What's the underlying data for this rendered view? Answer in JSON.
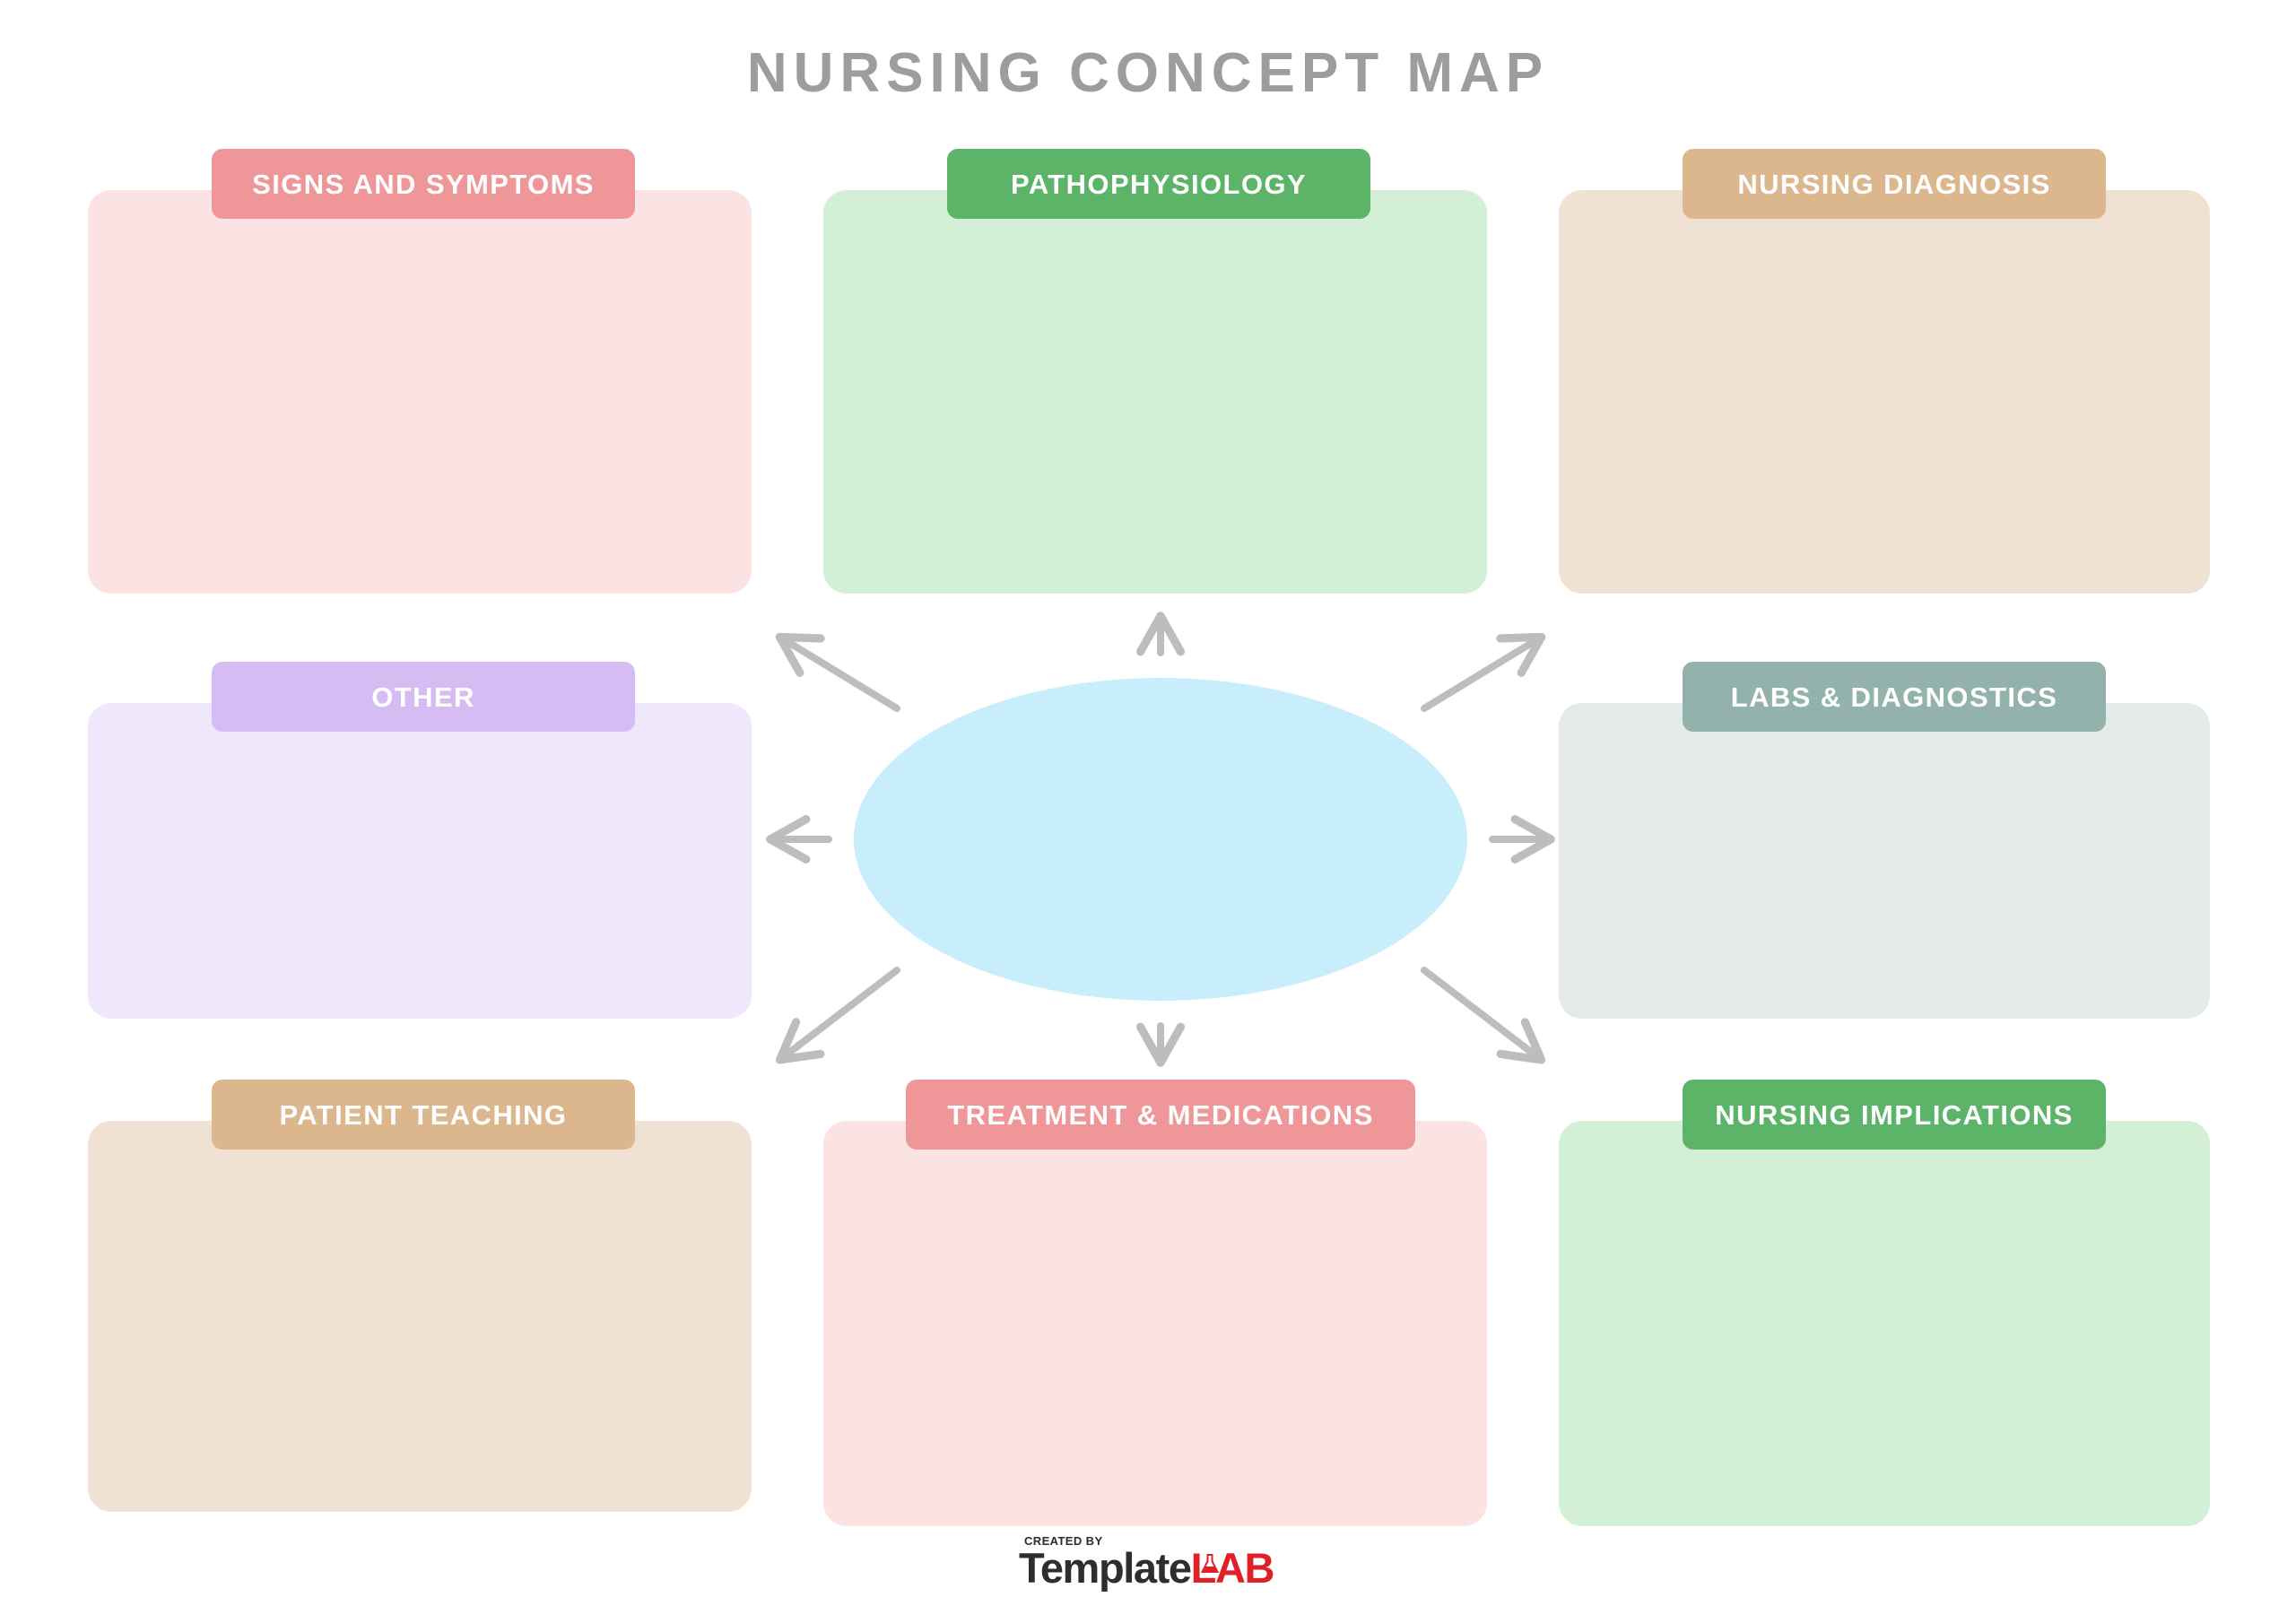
{
  "document": {
    "title": "NURSING CONCEPT MAP",
    "title_color": "#9d9d9d",
    "background": "#ffffff"
  },
  "center_node": {
    "name": "central-topic-ellipse",
    "label": "",
    "fill_color": "#c7eefa",
    "shape": "ellipse"
  },
  "connectors": {
    "count": 8,
    "color": "#bdbdbd",
    "style": "single-headed arrows radiating outward from center",
    "directions": [
      "up-left",
      "up",
      "up-right",
      "left",
      "right",
      "down-left",
      "down",
      "down-right"
    ]
  },
  "sections": [
    {
      "id": "signs-and-symptoms",
      "label": "SIGNS AND SYMPTOMS",
      "tab_color": "#ef9699",
      "panel_color": "#fbe3e3",
      "row": 1,
      "column": 1
    },
    {
      "id": "pathophysiology",
      "label": "PATHOPHYSIOLOGY",
      "tab_color": "#5bb468",
      "panel_color": "#d3f0d6",
      "row": 1,
      "column": 2
    },
    {
      "id": "nursing-diagnosis",
      "label": "NURSING DIAGNOSIS",
      "tab_color": "#dcb68c",
      "panel_color": "#f0e2d3",
      "row": 1,
      "column": 3
    },
    {
      "id": "other",
      "label": "OTHER",
      "tab_color": "#d5bdf4",
      "panel_color": "#efe7fc",
      "row": 2,
      "column": 1
    },
    {
      "id": "labs-and-diagnostics",
      "label": "LABS & DIAGNOSTICS",
      "tab_color": "#93b2ab",
      "panel_color": "#e4eae7",
      "row": 2,
      "column": 3
    },
    {
      "id": "patient-teaching",
      "label": "PATIENT TEACHING",
      "tab_color": "#dcb68c",
      "panel_color": "#f0e2d3",
      "row": 3,
      "column": 1
    },
    {
      "id": "treatment-and-medications",
      "label": "TREATMENT & MEDICATIONS",
      "tab_color": "#ef9699",
      "panel_color": "#fbe3e3",
      "row": 3,
      "column": 2
    },
    {
      "id": "nursing-implications",
      "label": "NURSING IMPLICATIONS",
      "tab_color": "#5bb468",
      "panel_color": "#d3f0d6",
      "row": 3,
      "column": 3
    }
  ],
  "footer": {
    "created_by": "CREATED BY",
    "brand_primary": "Template",
    "brand_accent": "LAB",
    "brand_primary_color": "#2e2e2e",
    "brand_accent_color": "#e02027"
  }
}
